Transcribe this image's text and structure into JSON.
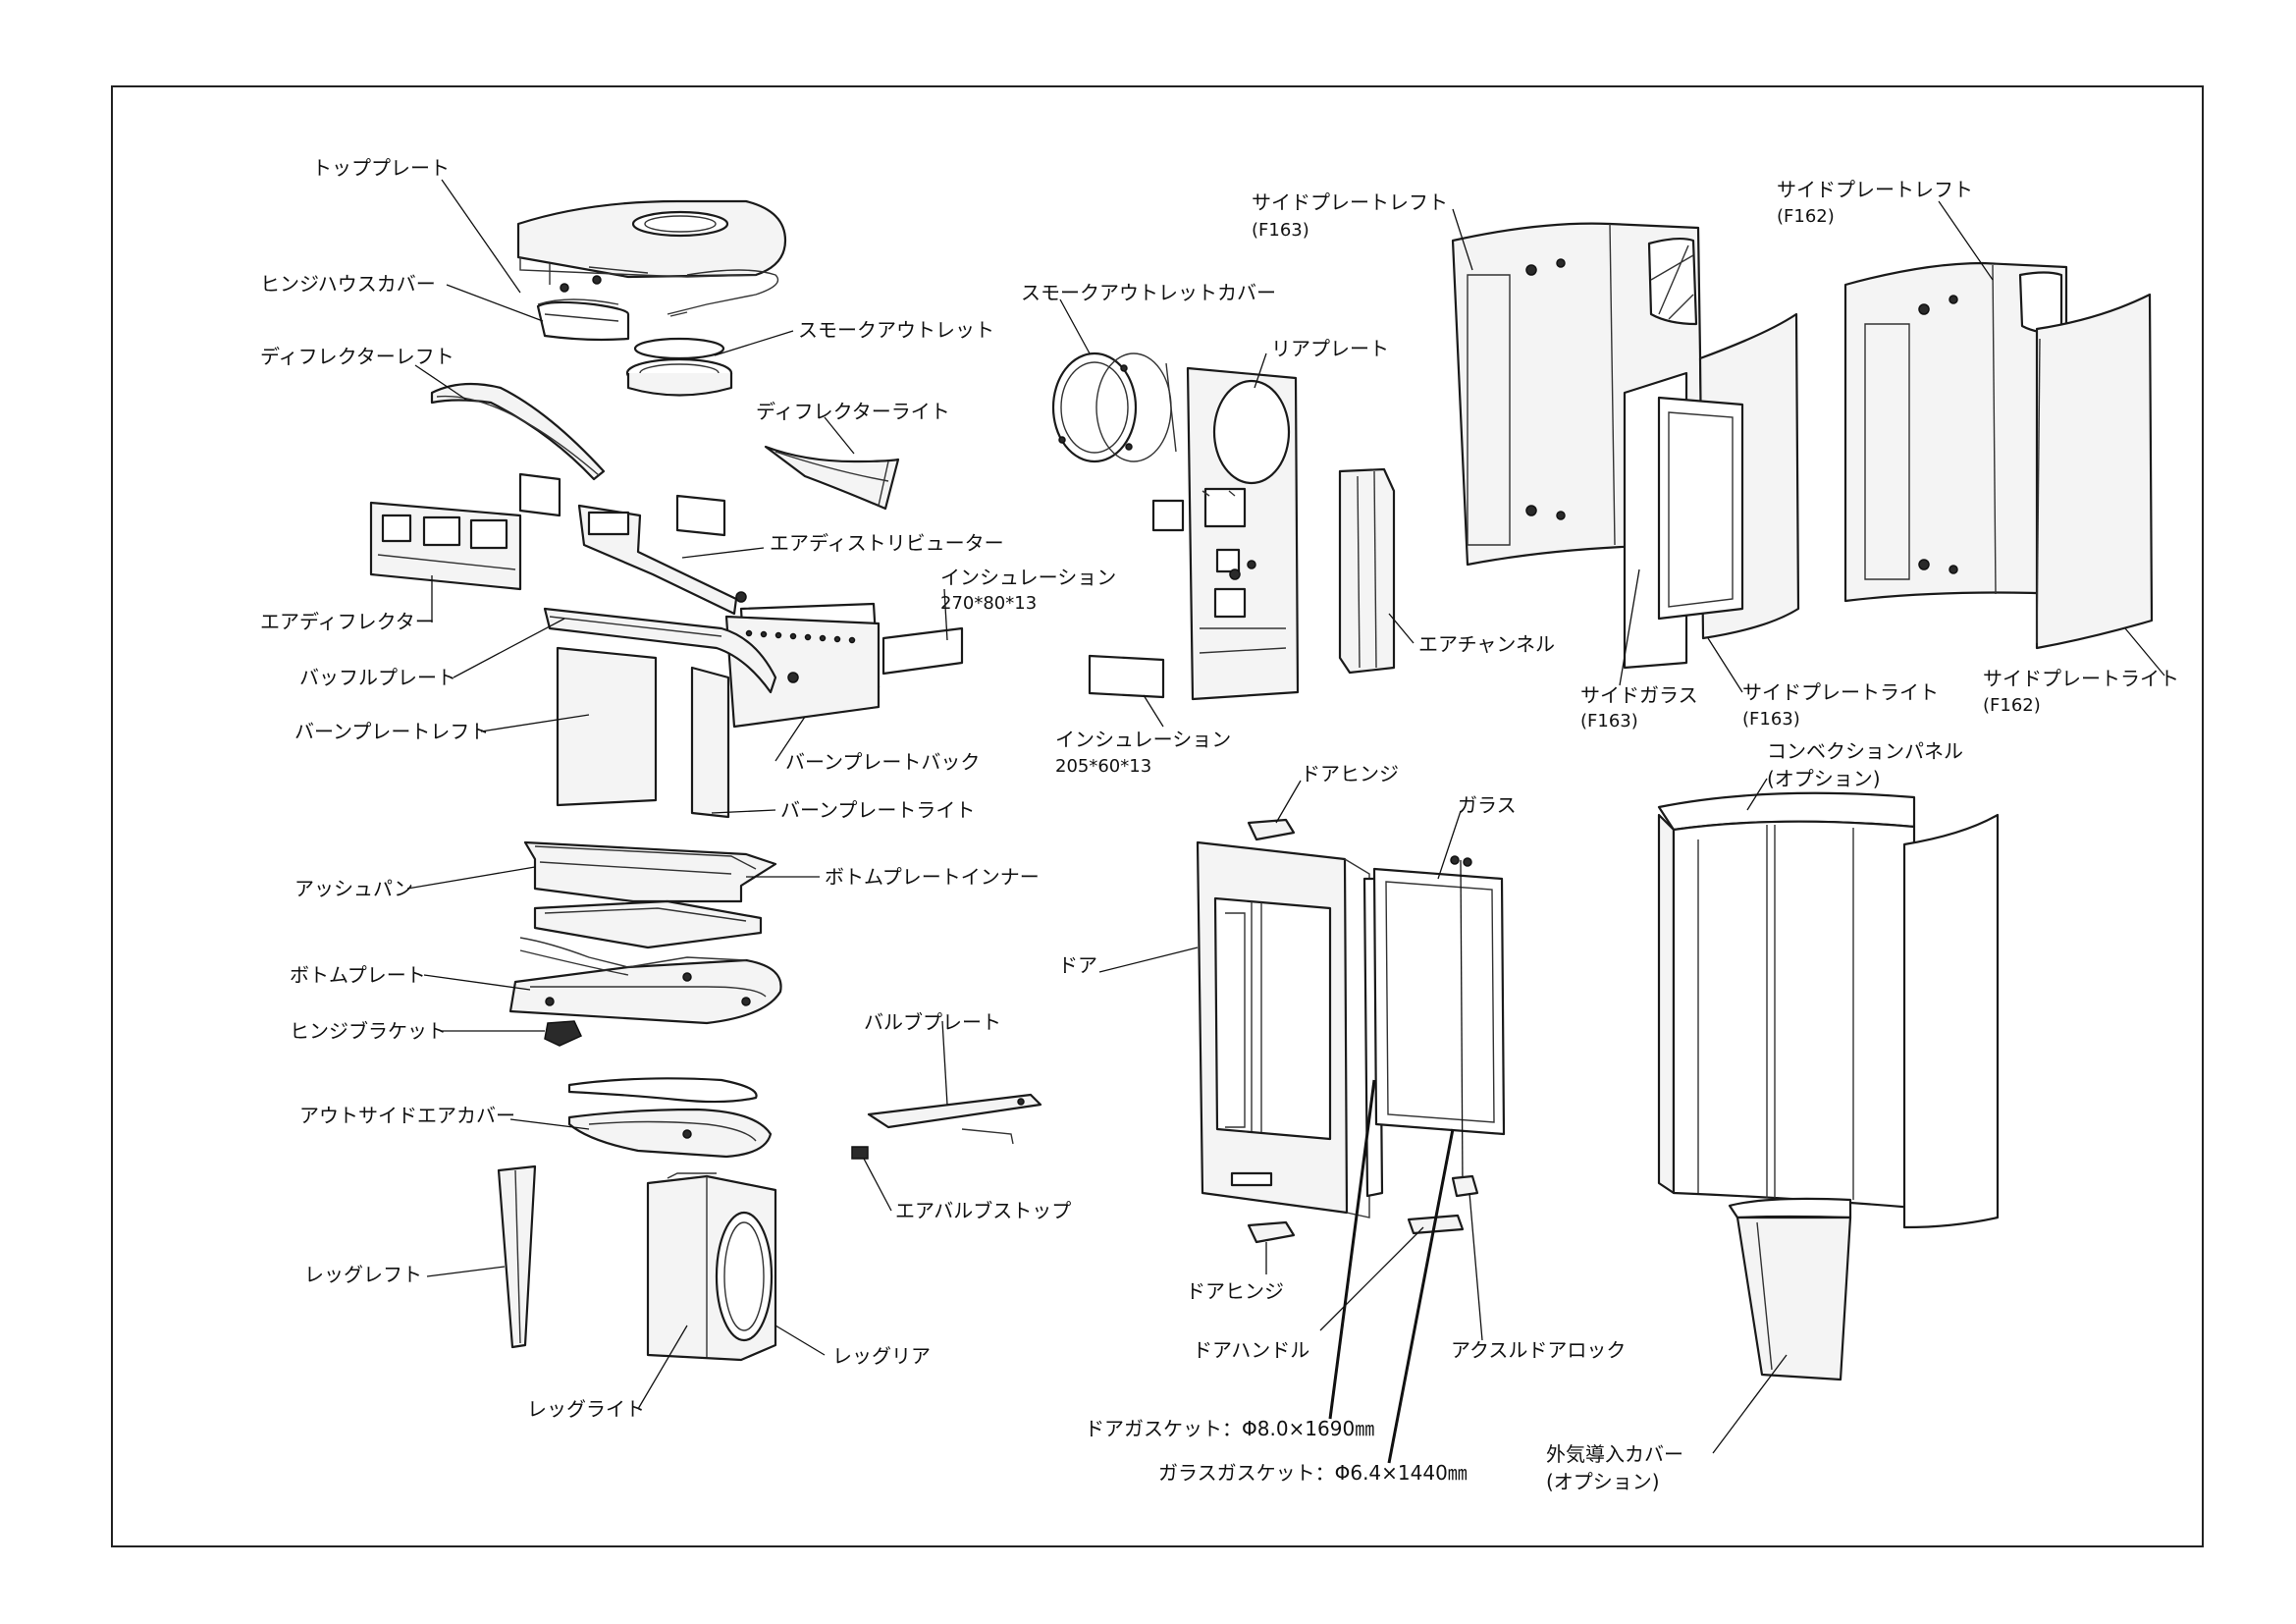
{
  "labels": {
    "top_plate": "トッププレート",
    "hinge_house_cover": "ヒンジハウスカバー",
    "smoke_outlet": "スモークアウトレット",
    "deflector_left": "ディフレクターレフト",
    "deflector_right": "ディフレクターライト",
    "air_distributor": "エアディストリビューター",
    "air_deflector": "エアディフレクター",
    "insulation_1": "インシュレーション",
    "insulation_1_size": "270*80*13",
    "baffle_plate": "バッフルプレート",
    "burn_plate_left": "バーンプレートレフト",
    "burn_plate_back": "バーンプレートバック",
    "burn_plate_right": "バーンプレートライト",
    "ash_pan": "アッシュパン",
    "bottom_plate_inner": "ボトムプレートインナー",
    "bottom_plate": "ボトムプレート",
    "hinge_bracket": "ヒンジブラケット",
    "valve_plate": "バルブプレート",
    "outside_air_cover": "アウトサイドエアカバー",
    "air_valve_stop": "エアバルブストップ",
    "leg_left": "レッグレフト",
    "leg_rear": "レッグリア",
    "leg_right": "レッグライト",
    "smoke_outlet_cover": "スモークアウトレットカバー",
    "rear_plate": "リアプレート",
    "air_channel": "エアチャンネル",
    "insulation_2": "インシュレーション",
    "insulation_2_size": "205*60*13",
    "side_plate_left_f163": "サイドプレートレフト",
    "f163_a": "(F163)",
    "side_plate_left_f162": "サイドプレートレフト",
    "f162_a": "(F162)",
    "side_glass": "サイドガラス",
    "f163_b": "(F163)",
    "side_plate_right_f163": "サイドプレートライト",
    "f163_c": "(F163)",
    "side_plate_right_f162": "サイドプレートライト",
    "f162_b": "(F162)",
    "door_hinge_top": "ドアヒンジ",
    "glass": "ガラス",
    "convection_panel": "コンベクションパネル",
    "option_a": "(オプション)",
    "door": "ドア",
    "door_hinge_bottom": "ドアヒンジ",
    "door_handle": "ドアハンドル",
    "axle_door_lock": "アクスルドアロック",
    "door_gasket": "ドアガスケット：Φ8.0×1690㎜",
    "glass_gasket": "ガラスガスケット：Φ6.4×1440㎜",
    "outside_air_intake_cover": "外気導入カバー",
    "option_b": "(オプション)"
  }
}
